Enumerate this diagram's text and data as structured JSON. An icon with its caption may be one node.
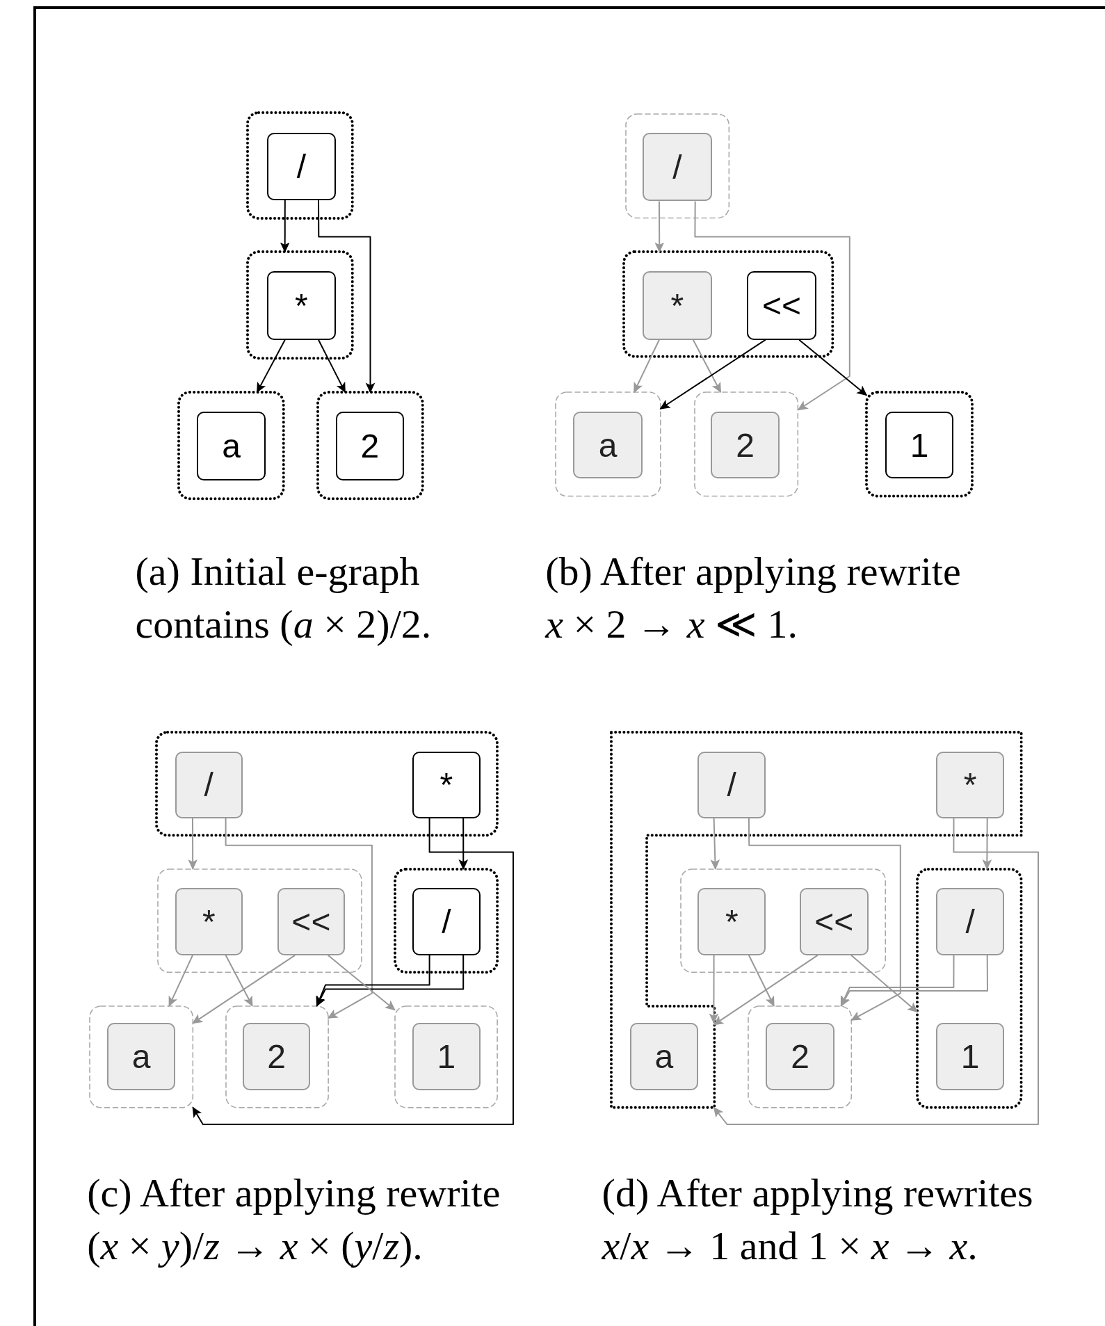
{
  "diagram": {
    "nodes": [
      {
        "text": [],
        "shape": "box"
      },
      {
        "text": [
          "/"
        ],
        "in": 0
      },
      {
        "text": [],
        "shape": "box"
      },
      {
        "text": [
          "*"
        ],
        "in": 2
      },
      {
        "text": [],
        "shape": "box"
      },
      {
        "text": [
          "a"
        ],
        "in": 4
      },
      {
        "text": [],
        "shape": "box"
      },
      {
        "text": [
          "2"
        ],
        "in": 6
      },
      {
        "text": [],
        "shape": "box"
      },
      {
        "text": [
          "/"
        ],
        "in": 8
      },
      {
        "text": [],
        "shape": "box"
      },
      {
        "text": [
          "*"
        ],
        "in": 10
      },
      {
        "text": [
          "<<"
        ],
        "in": 10
      },
      {
        "text": [],
        "shape": "box"
      },
      {
        "text": [
          "a"
        ],
        "in": 13
      },
      {
        "text": [],
        "shape": "box"
      },
      {
        "text": [
          "2"
        ],
        "in": 15
      },
      {
        "text": [],
        "shape": "box"
      },
      {
        "text": [
          "1"
        ],
        "in": 17
      },
      {
        "text": [],
        "shape": "box"
      },
      {
        "text": [
          "/"
        ],
        "in": 19
      },
      {
        "text": [
          "*"
        ],
        "in": 19
      },
      {
        "text": [],
        "shape": "box"
      },
      {
        "text": [
          "*"
        ],
        "in": 22
      },
      {
        "text": [
          "<<"
        ],
        "in": 22
      },
      {
        "text": [],
        "shape": "box"
      },
      {
        "text": [
          "/"
        ],
        "in": 25
      },
      {
        "text": [],
        "shape": "box"
      },
      {
        "text": [
          "a"
        ],
        "in": 27
      },
      {
        "text": [],
        "shape": "box"
      },
      {
        "text": [
          "2"
        ],
        "in": 29
      },
      {
        "text": [],
        "shape": "box"
      },
      {
        "text": [
          "1"
        ],
        "in": 31
      },
      {
        "text": [],
        "shape": "box"
      },
      {
        "text": [
          "/"
        ],
        "in": 33
      },
      {
        "text": [
          "*"
        ],
        "in": 33
      },
      {
        "text": [],
        "shape": "box"
      },
      {
        "text": [
          "*"
        ],
        "in": 36
      },
      {
        "text": [
          "<<"
        ],
        "in": 36
      },
      {
        "text": [],
        "shape": "box"
      },
      {
        "text": [
          "/"
        ],
        "in": 39
      },
      {
        "text": [
          "a"
        ],
        "in": 33
      },
      {
        "text": [],
        "shape": "box"
      },
      {
        "text": [
          "2"
        ],
        "in": 42
      },
      {
        "text": [
          "1"
        ],
        "in": 39
      }
    ],
    "edges": [
      {
        "from": 1,
        "to": 2,
        "arrow": "to",
        "color": "#000000"
      },
      {
        "from": 1,
        "to": 6,
        "arrow": "to",
        "color": "#000000"
      },
      {
        "from": 3,
        "to": 4,
        "arrow": "to",
        "color": "#000000"
      },
      {
        "from": 3,
        "to": 6,
        "arrow": "to",
        "color": "#000000"
      },
      {
        "from": 9,
        "to": 10,
        "arrow": "to"
      },
      {
        "from": 9,
        "to": 15,
        "arrow": "to"
      },
      {
        "from": 11,
        "to": 13,
        "arrow": "to"
      },
      {
        "from": 11,
        "to": 15,
        "arrow": "to"
      },
      {
        "from": 12,
        "to": 13,
        "arrow": "to",
        "color": "#000000"
      },
      {
        "from": 12,
        "to": 17,
        "arrow": "to",
        "color": "#000000"
      },
      {
        "from": 20,
        "to": 22,
        "arrow": "to"
      },
      {
        "from": 20,
        "to": 29,
        "arrow": "to"
      },
      {
        "from": 21,
        "to": 27,
        "arrow": "to",
        "color": "#000000"
      },
      {
        "from": 21,
        "to": 25,
        "arrow": "to",
        "color": "#000000"
      },
      {
        "from": 26,
        "to": 29,
        "arrow": "to",
        "color": "#000000"
      },
      {
        "from": 26,
        "to": 29,
        "arrow": "to",
        "color": "#000000"
      },
      {
        "from": 23,
        "to": 27,
        "arrow": "to"
      },
      {
        "from": 23,
        "to": 29,
        "arrow": "to"
      },
      {
        "from": 24,
        "to": 27,
        "arrow": "to"
      },
      {
        "from": 24,
        "to": 31,
        "arrow": "to"
      },
      {
        "from": 34,
        "to": 36,
        "arrow": "to"
      },
      {
        "from": 34,
        "to": 42,
        "arrow": "to"
      },
      {
        "from": 35,
        "to": 33,
        "arrow": "to"
      },
      {
        "from": 35,
        "to": 39,
        "arrow": "to"
      },
      {
        "from": 40,
        "to": 42,
        "arrow": "to"
      },
      {
        "from": 40,
        "to": 42,
        "arrow": "to"
      },
      {
        "from": 37,
        "to": 33,
        "arrow": "to"
      },
      {
        "from": 37,
        "to": 42,
        "arrow": "to"
      },
      {
        "from": 38,
        "to": 33,
        "arrow": "to"
      },
      {
        "from": 38,
        "to": 39,
        "arrow": "to"
      }
    ],
    "labels": [
      "(a) Initial e-graph contains (*a* × 2)/2.",
      "(b) After applying rewrite *x* × 2 → *x* ≪ 1.",
      "(c) After applying rewrite (*x* × *y*)/*z* → *x* × (*y*/*z*).",
      "(d) After applying rewrites *x*/*x* → 1 and 1 × *x* → *x*."
    ]
  }
}
